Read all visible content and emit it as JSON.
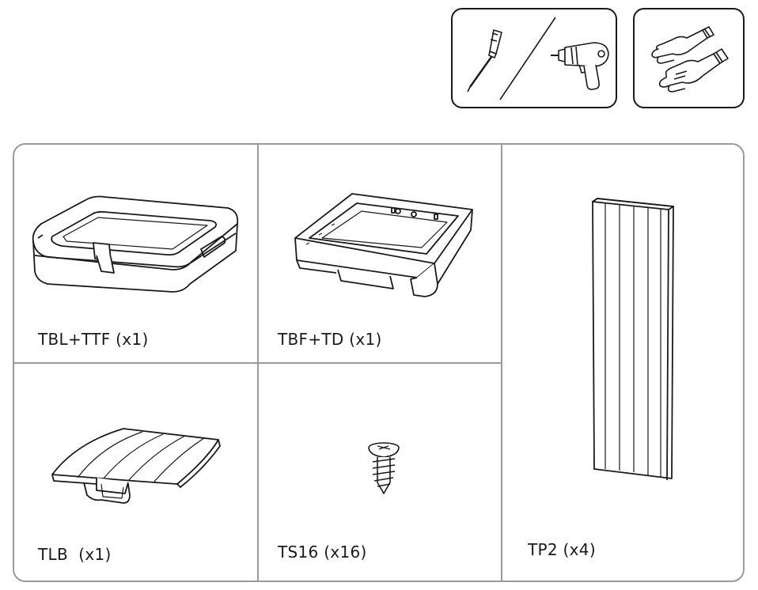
{
  "tools": {
    "required": [
      {
        "icon": "screwdriver-icon"
      },
      {
        "icon": "power-drill-icon"
      }
    ],
    "safety": [
      {
        "icon": "gloves-icon"
      }
    ]
  },
  "parts": [
    {
      "label": "TBL+TTF (x1)",
      "icon": "top-lid-frame-icon"
    },
    {
      "label": "TBF+TD (x1)",
      "icon": "base-frame-tray-icon"
    },
    {
      "label": "TP2 (x4)",
      "icon": "wall-panel-icon"
    },
    {
      "label": "TLB  (x1)",
      "icon": "lid-board-icon"
    },
    {
      "label": "TS16 (x16)",
      "icon": "screw-icon"
    }
  ]
}
